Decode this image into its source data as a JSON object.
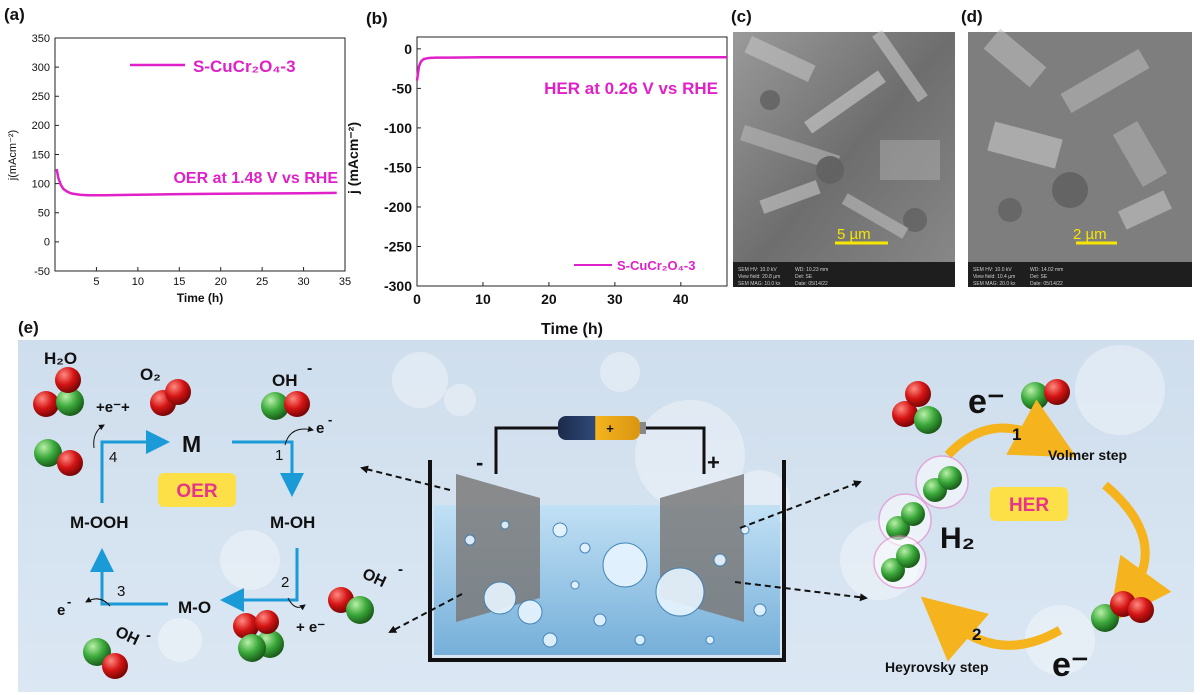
{
  "panel_labels": {
    "a": "(a)",
    "b": "(b)",
    "c": "(c)",
    "d": "(d)",
    "e": "(e)"
  },
  "colors": {
    "series": "#e020c8",
    "arrow_blue": "#1a9ad6",
    "arrow_orange": "#f5b41e",
    "badge_yellow": "#fde047",
    "badge_text": "#e8358a",
    "oxygen": "#d41414",
    "hydrogen": "#3aa83a"
  },
  "chart_data": [
    {
      "type": "line",
      "xlabel": "Time (h)",
      "ylabel": "j(mAcm⁻²)",
      "xlim": [
        0,
        35
      ],
      "ylim": [
        -50,
        350
      ],
      "xticks": [
        5,
        10,
        15,
        20,
        25,
        30,
        35
      ],
      "yticks": [
        -50,
        0,
        50,
        100,
        150,
        200,
        250,
        300,
        350
      ],
      "series": [
        {
          "name": "S-CuCr₂O₄-3",
          "x": [
            0.2,
            0.4,
            0.7,
            1,
            1.5,
            2,
            3,
            4,
            6,
            10,
            15,
            20,
            25,
            30,
            34
          ],
          "y": [
            125,
            110,
            98,
            91,
            86,
            83,
            81,
            80,
            80,
            81,
            82,
            82.5,
            83,
            83.5,
            84
          ]
        }
      ],
      "annotation": "OER at 1.48 V vs RHE",
      "legend_position": "top-right"
    },
    {
      "type": "line",
      "xlabel": "Time (h)",
      "ylabel": "j (mAcm⁻²)",
      "xlim": [
        0,
        47
      ],
      "ylim": [
        -300,
        15
      ],
      "xticks": [
        0,
        10,
        20,
        30,
        40
      ],
      "yticks": [
        0,
        -50,
        -100,
        -150,
        -200,
        -250,
        -300
      ],
      "series": [
        {
          "name": "S-CuCr₂O₄-3",
          "x": [
            0,
            0.3,
            0.6,
            1,
            1.5,
            2,
            3,
            5,
            10,
            20,
            30,
            40,
            47
          ],
          "y": [
            -40,
            -22,
            -16,
            -13,
            -12,
            -11.5,
            -11,
            -11,
            -10.5,
            -10.5,
            -10.5,
            -10.5,
            -10.5
          ]
        }
      ],
      "annotation": "HER at 0.26 V vs RHE",
      "legend_position": "bottom-right"
    }
  ],
  "sem": {
    "c": {
      "scale": "5 µm",
      "footer": [
        "SEM HV: 10.0 kV",
        "WD: 10.23 mm",
        "View field: 20.8 µm",
        "Det: SE",
        "SEM MAG: 10.0 kx",
        "Date: 05/14/22"
      ]
    },
    "d": {
      "scale": "2 µm",
      "footer": [
        "SEM HV: 10.0 kV",
        "WD: 14.02 mm",
        "View field: 10.4 µm",
        "Det: SE",
        "SEM MAG: 20.0 kx",
        "Date: 05/14/22"
      ]
    }
  },
  "oer": {
    "badge": "OER",
    "M": "M",
    "M_OH": "M-OH",
    "M_O": "M-O",
    "M_OOH": "M-OOH",
    "steps": [
      "1",
      "2",
      "3",
      "4"
    ],
    "h2o": "H₂O",
    "o2": "O₂",
    "oh": "OH",
    "e": "e",
    "e_pair": "+e⁻+",
    "plus_e": "+ e⁻",
    "minus": "-",
    "minus_sup": "-"
  },
  "her": {
    "badge": "HER",
    "h2": "H₂",
    "e_big": "e⁻",
    "step1": "1",
    "step2": "2",
    "volmer": "Volmer step",
    "heyrovsky": "Heyrovsky step"
  },
  "cell": {
    "neg": "-",
    "pos": "+",
    "battery_plus": "+"
  }
}
